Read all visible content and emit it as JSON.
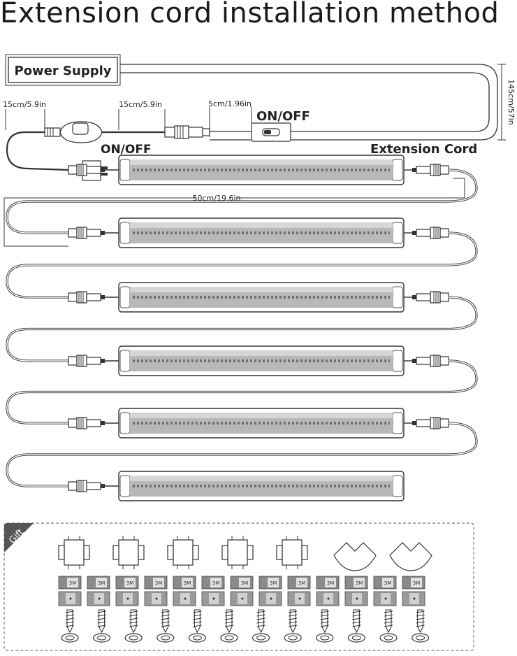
{
  "title": "Extension cord installation method",
  "labels": {
    "power_supply": "Power Supply",
    "dim_15cm_a": "15cm/5.9in",
    "dim_15cm_b": "15cm/5.9in",
    "dim_5cm": "5cm/1.96in",
    "dim_145cm": "145cm/57in",
    "on_off_switch": "ON/OFF",
    "on_off_dimmer": "ON/OFF",
    "extension_cord": "Extension Cord",
    "dim_50cm": "50cm/19.6in"
  },
  "tube": {
    "count": 6
  },
  "gift": {
    "label": "Gift",
    "clip_count": 5,
    "corner_connector_count": 2,
    "tape_count": 13,
    "tape_mark": "3M",
    "screw_count": 12
  },
  "colors": {
    "line": "#333333",
    "tube_inner": "#b8b8b8",
    "tube_dots": "#6f6f6f",
    "gift_badge": "#555555"
  }
}
